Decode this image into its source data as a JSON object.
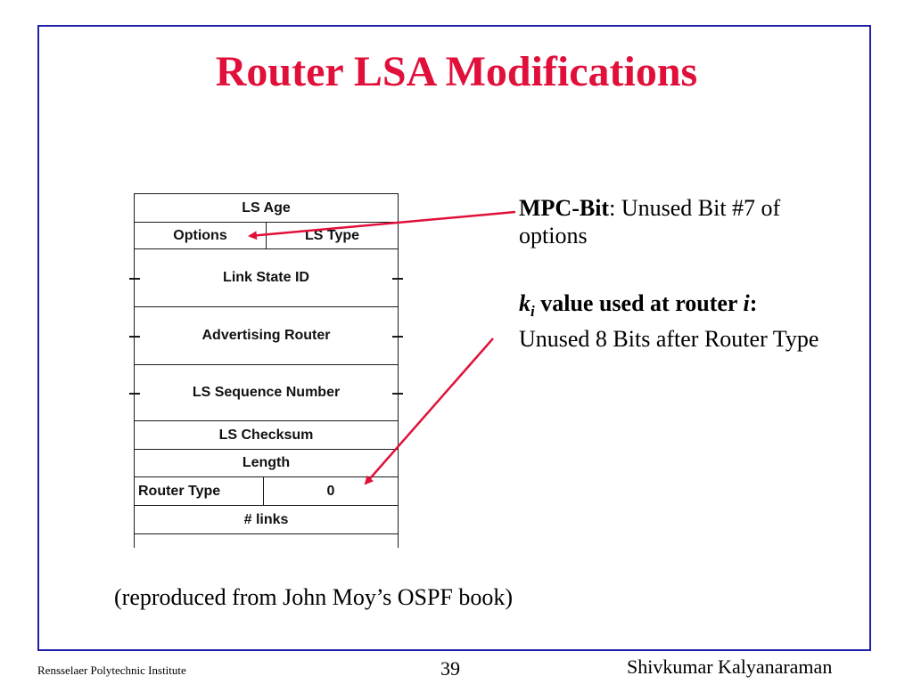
{
  "title": "Router LSA Modifications",
  "diagram": {
    "ls_age": "LS Age",
    "options": "Options",
    "ls_type": "LS Type",
    "link_state_id": "Link State ID",
    "advertising_router": "Advertising Router",
    "ls_sequence_number": "LS Sequence Number",
    "ls_checksum": "LS Checksum",
    "length": "Length",
    "router_type": "Router Type",
    "zero": "0",
    "links": "# links"
  },
  "annotations": {
    "mpc_bold": "MPC-Bit",
    "mpc_rest": ": Unused Bit #7 of options",
    "k_letter": "k",
    "k_sub": "i",
    "k_bold_rest": " value used at router ",
    "k_i": "i",
    "k_colon": ":",
    "k_desc": "Unused 8 Bits after Router Type"
  },
  "caption": "(reproduced from John Moy’s OSPF book)",
  "footer": {
    "institute": "Rensselaer Polytechnic Institute",
    "page": "39",
    "author": "Shivkumar Kalyanaraman"
  },
  "colors": {
    "title": "#e0103a",
    "frame": "#1f1fa8",
    "arrow": "#e0103a"
  }
}
